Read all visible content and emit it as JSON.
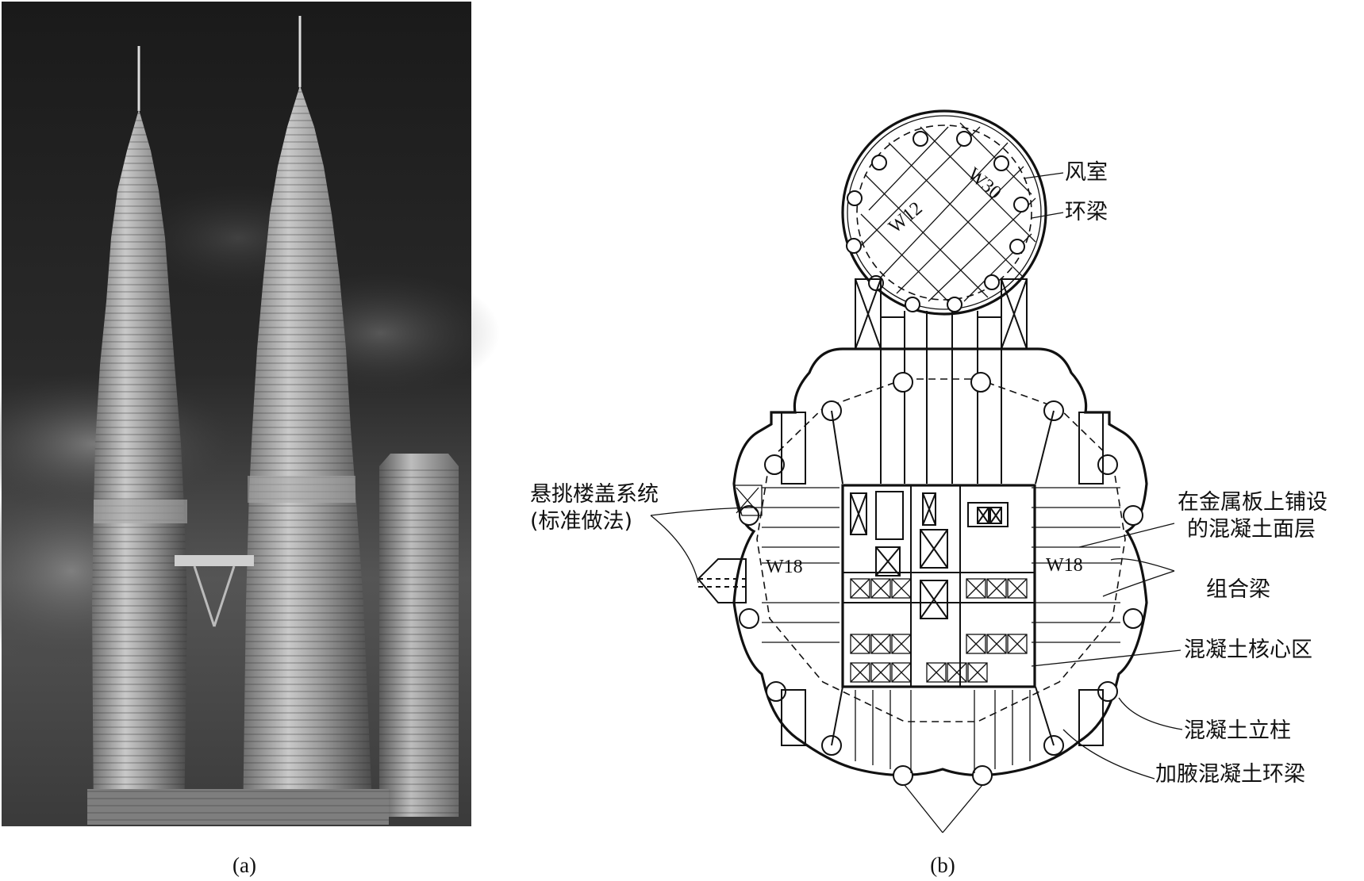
{
  "captions": {
    "a": "(a)",
    "b": "(b)"
  },
  "plan_labels": {
    "wind_room": "风室",
    "ring_beam": "环梁",
    "cantilever_line1": "悬挑楼盖系统",
    "cantilever_line2": "(标准做法)",
    "concrete_topping_line1": "在金属板上铺设",
    "concrete_topping_line2": "的混凝土面层",
    "composite_beam": "组合梁",
    "concrete_core": "混凝土核心区",
    "concrete_column": "混凝土立柱",
    "haunched_ring_beam": "加腋混凝土环梁"
  },
  "member_marks": {
    "w30": "W30",
    "w12": "W12",
    "w18_left": "W18",
    "w18_right": "W18"
  },
  "colors": {
    "ink": "#111111",
    "photo_sky_dark": "#1c1c1c",
    "photo_tower_light": "#b8b8b8"
  }
}
